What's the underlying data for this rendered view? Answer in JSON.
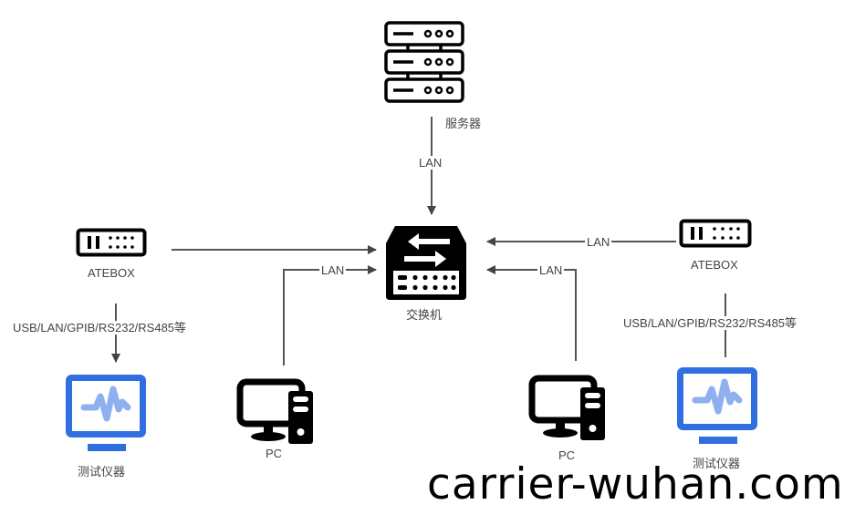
{
  "diagram": {
    "server": {
      "label": "服务器"
    },
    "switch": {
      "label": "交换机"
    },
    "atebox_left": {
      "label": "ATEBOX"
    },
    "atebox_right": {
      "label": "ATEBOX"
    },
    "pc_left": {
      "label": "PC"
    },
    "pc_right": {
      "label": "PC"
    },
    "instrument_left": {
      "label": "测试仪器"
    },
    "instrument_right": {
      "label": "测试仪器"
    },
    "links": {
      "server_to_switch": "LAN",
      "pc_left_to_switch": "LAN",
      "atebox_right_to_switch": "LAN",
      "pc_right_to_switch": "LAN",
      "atebox_left_to_instrument": "USB/LAN/GPIB/RS232/RS485等",
      "atebox_right_to_instrument": "USB/LAN/GPIB/RS232/RS485等"
    },
    "colors": {
      "line": "#555555",
      "icon": "#000000",
      "instrument_blue": "#2f6fe0",
      "wave_light": "#8fb0ee"
    }
  },
  "watermark": "carrier-wuhan.com"
}
